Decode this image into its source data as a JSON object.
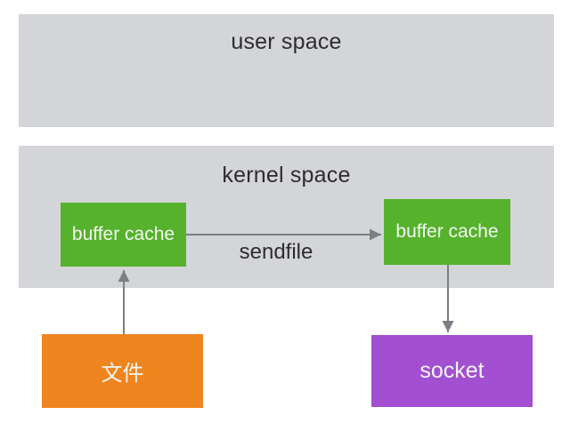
{
  "diagram": {
    "title_context": "sendfile zero-copy diagram",
    "layers": {
      "user_space": {
        "label": "user space"
      },
      "kernel_space": {
        "label": "kernel space"
      }
    },
    "nodes": {
      "buffer_cache_left": {
        "label": "buffer cache"
      },
      "buffer_cache_right": {
        "label": "buffer cache"
      },
      "file": {
        "label": "文件"
      },
      "socket": {
        "label": "socket"
      }
    },
    "edges": {
      "sendfile": {
        "label": "sendfile",
        "from": "buffer_cache_left",
        "to": "buffer_cache_right"
      },
      "file_to_buffer": {
        "label": "",
        "from": "file",
        "to": "buffer_cache_left"
      },
      "buffer_to_socket": {
        "label": "",
        "from": "buffer_cache_right",
        "to": "socket"
      }
    }
  },
  "colors": {
    "layer-bg": "#d4d5d8",
    "node-green": "#56b22d",
    "node-orange": "#ef851f",
    "node-purple": "#a24fd1",
    "arrow": "#7d7e83",
    "label-dark": "#2d2d2e",
    "node-text": "#f4f6f2"
  }
}
